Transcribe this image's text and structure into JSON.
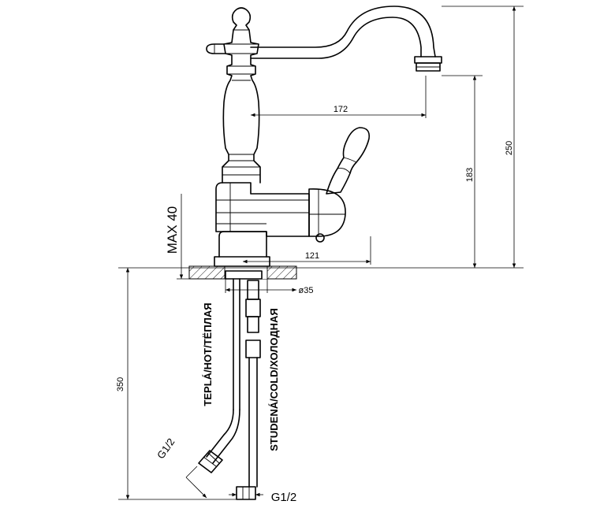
{
  "dimensions": {
    "spout_reach": "172",
    "height_total": "250",
    "height_aerator": "183",
    "lever_reach": "121",
    "max_thickness": "MAX 40",
    "hole_diameter": "ø35",
    "hose_length": "350"
  },
  "connections": {
    "hot_label": "TEPLÁ/HOT/ТЁПЛАЯ",
    "cold_label": "STUDENÁ/COLD/ХОЛОДНАЯ",
    "thread_hot": "G1/2",
    "thread_cold": "G1/2"
  }
}
